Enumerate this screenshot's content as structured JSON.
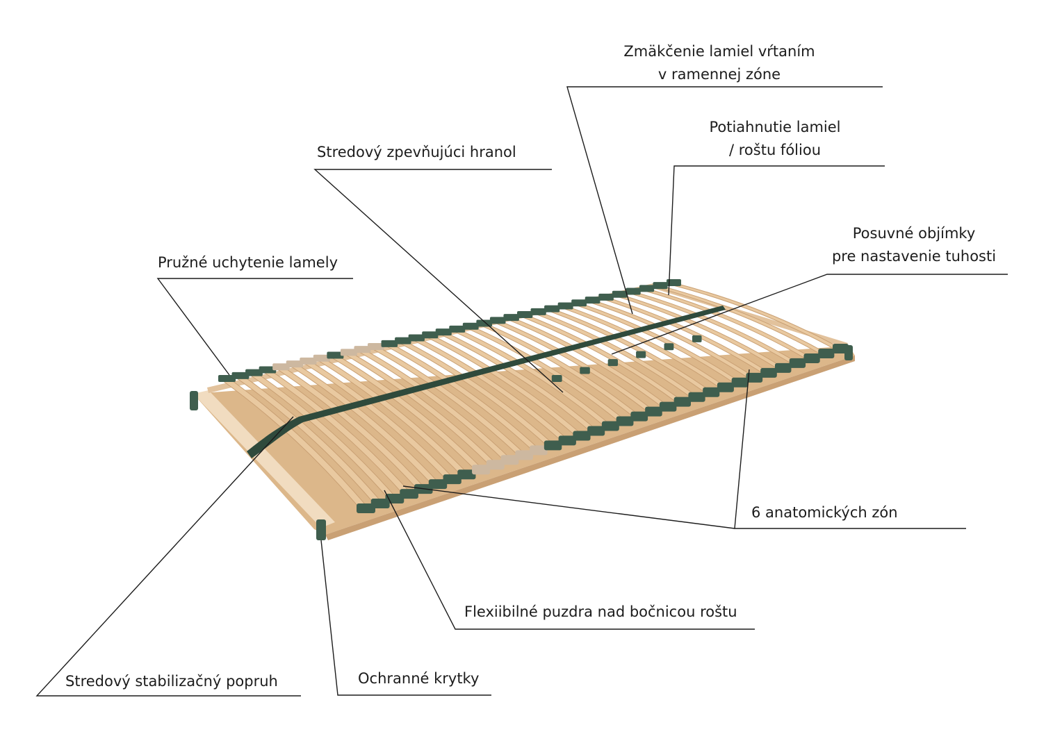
{
  "labels": {
    "shoulder_softening": {
      "line1": "Zmäkčenie lamiel vŕtaním",
      "line2": "v ramennej zóne"
    },
    "center_beam": "Stredový zpevňujúci hranol",
    "foil_cover": {
      "line1": "Potiahnutie lamiel",
      "line2": "/ roštu fóliou"
    },
    "flexible_mount": "Pružné uchytenie lamely",
    "sliding_sleeves": {
      "line1": "Posuvné objímky",
      "line2": "pre nastavenie tuhosti"
    },
    "anatomical_zones": "6 anatomických zón",
    "flexible_cases": "Flexiibilné puzdra nad bočnicou roštu",
    "center_strap": "Stredový stabilizačný popruh",
    "end_caps": "Ochranné krytky"
  },
  "colors": {
    "slat_wood": "#e9c9a0",
    "slat_shadow": "#c9a074",
    "frame_wood": "#dcb78a",
    "frame_light": "#f1dcc0",
    "holder_green": "#3f5e4e",
    "holder_beige": "#cdb8a0",
    "strap": "#2f4a3c",
    "leader_line": "#1c1c1c"
  }
}
